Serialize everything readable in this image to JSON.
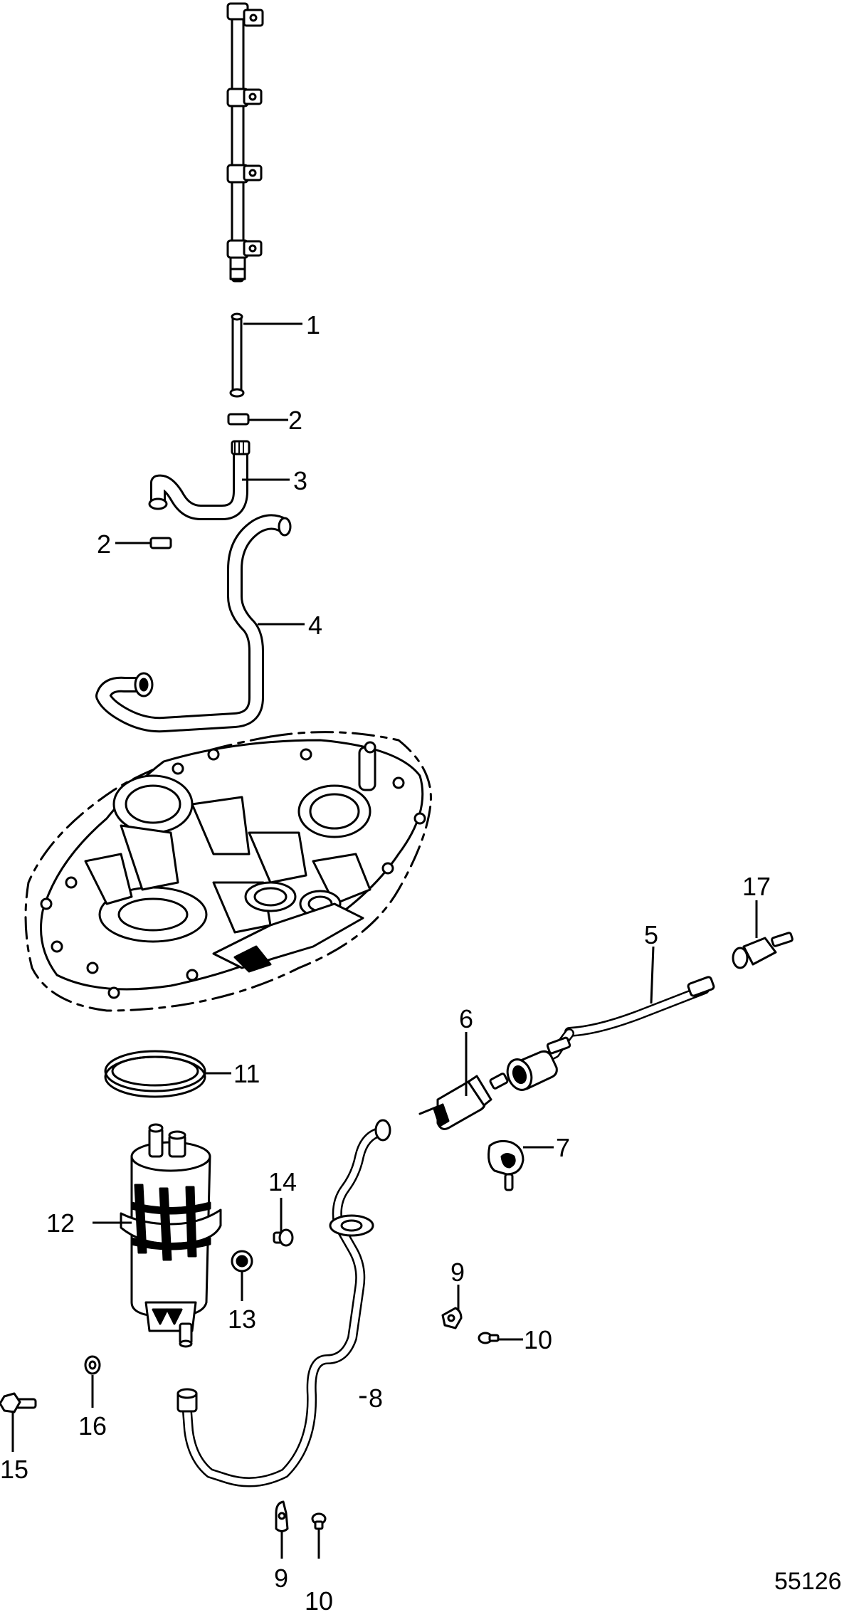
{
  "diagram": {
    "reference_id": "55126",
    "callouts": [
      {
        "id": "c1",
        "label": "1"
      },
      {
        "id": "c2a",
        "label": "2"
      },
      {
        "id": "c2b",
        "label": "2"
      },
      {
        "id": "c3",
        "label": "3"
      },
      {
        "id": "c4",
        "label": "4"
      },
      {
        "id": "c5",
        "label": "5"
      },
      {
        "id": "c6",
        "label": "6"
      },
      {
        "id": "c7",
        "label": "7"
      },
      {
        "id": "c8",
        "label": "8"
      },
      {
        "id": "c9a",
        "label": "9"
      },
      {
        "id": "c9b",
        "label": "9"
      },
      {
        "id": "c10a",
        "label": "10"
      },
      {
        "id": "c10b",
        "label": "10"
      },
      {
        "id": "c11",
        "label": "11"
      },
      {
        "id": "c12",
        "label": "12"
      },
      {
        "id": "c13",
        "label": "13"
      },
      {
        "id": "c14",
        "label": "14"
      },
      {
        "id": "c15",
        "label": "15"
      },
      {
        "id": "c16",
        "label": "16"
      },
      {
        "id": "c17",
        "label": "17"
      }
    ]
  }
}
